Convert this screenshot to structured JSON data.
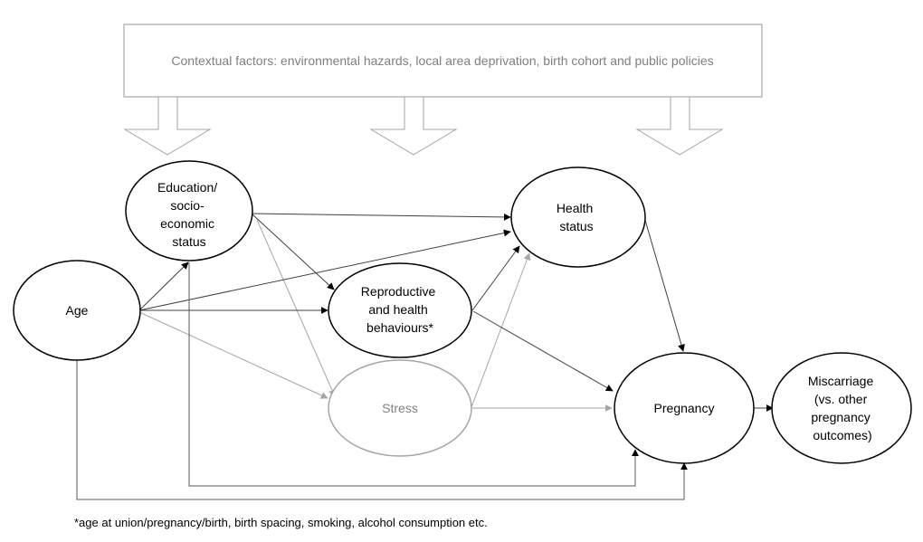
{
  "context_box": {
    "label": "Contextual factors: environmental hazards, local area deprivation, birth cohort and public policies"
  },
  "nodes": {
    "education": {
      "lines": [
        "Education/",
        "socio-",
        "economic",
        "status"
      ]
    },
    "age": {
      "lines": [
        "Age"
      ]
    },
    "health_status": {
      "lines": [
        "Health",
        "status"
      ]
    },
    "reproductive": {
      "lines": [
        "Reproductive",
        "and health",
        "behaviours*"
      ]
    },
    "stress": {
      "lines": [
        "Stress"
      ]
    },
    "pregnancy": {
      "lines": [
        "Pregnancy"
      ]
    },
    "miscarriage": {
      "lines": [
        "Miscarriage",
        "(vs. other",
        "pregnancy",
        "outcomes)"
      ]
    }
  },
  "edges": [
    {
      "from": "age",
      "to": "education",
      "style": "dark"
    },
    {
      "from": "age",
      "to": "reproductive",
      "style": "dark"
    },
    {
      "from": "age",
      "to": "health_status",
      "style": "dark"
    },
    {
      "from": "age",
      "to": "stress",
      "style": "light"
    },
    {
      "from": "age",
      "to": "pregnancy",
      "style": "dark",
      "routing": "elbow-bottom"
    },
    {
      "from": "education",
      "to": "health_status",
      "style": "dark"
    },
    {
      "from": "education",
      "to": "reproductive",
      "style": "dark"
    },
    {
      "from": "education",
      "to": "stress",
      "style": "light"
    },
    {
      "from": "education",
      "to": "pregnancy",
      "style": "dark",
      "routing": "elbow-bottom"
    },
    {
      "from": "reproductive",
      "to": "health_status",
      "style": "dark"
    },
    {
      "from": "reproductive",
      "to": "pregnancy",
      "style": "dark"
    },
    {
      "from": "stress",
      "to": "health_status",
      "style": "light"
    },
    {
      "from": "stress",
      "to": "pregnancy",
      "style": "light"
    },
    {
      "from": "health_status",
      "to": "pregnancy",
      "style": "dark"
    },
    {
      "from": "pregnancy",
      "to": "miscarriage",
      "style": "dark"
    }
  ],
  "footnote": "*age at union/pregnancy/birth, birth spacing, smoking, alcohol consumption etc."
}
